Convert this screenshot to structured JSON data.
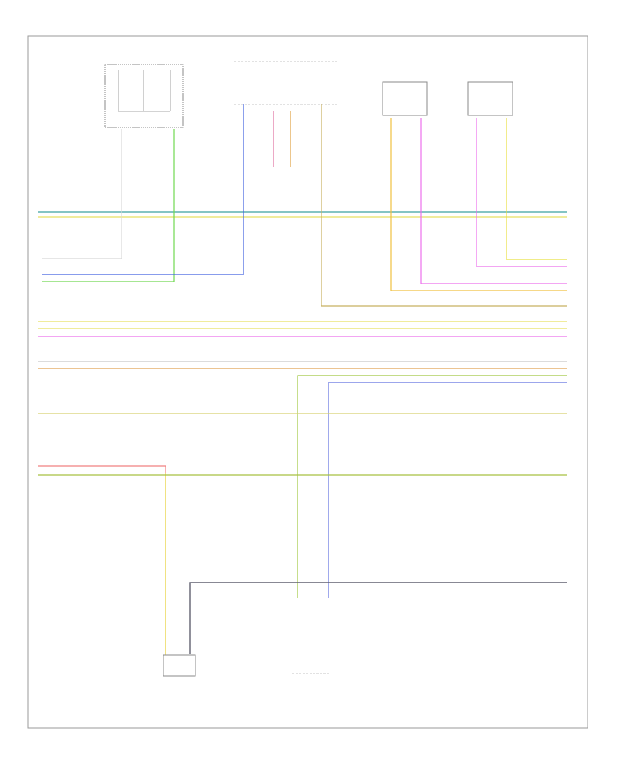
{
  "diagram": {
    "code": "",
    "components": [
      {
        "id": "unknown-module",
        "name": "",
        "lines": [
          "",
          "",
          "",
          ""
        ]
      },
      {
        "id": "multi-module-top",
        "name": "",
        "lines": [
          "",
          ""
        ]
      },
      {
        "id": "left-rear-module",
        "name": "",
        "lines": [
          "",
          "",
          "",
          "",
          ""
        ]
      },
      {
        "id": "right-rear-module",
        "name": "",
        "lines": [
          "",
          "",
          "",
          "",
          ""
        ]
      },
      {
        "id": "left-front-sensor",
        "name": "",
        "lines": [
          "",
          "",
          "",
          "",
          "",
          ""
        ]
      },
      {
        "id": "bottom-module",
        "name": "",
        "lines": [
          "",
          "",
          "",
          "",
          ""
        ]
      }
    ],
    "wires": [
      {
        "id": "w-teal",
        "color": "#3aa0a0",
        "label_left": "",
        "label_right": ""
      },
      {
        "id": "w-yellow-1",
        "color": "#e8e060",
        "label_left": "",
        "label_right": ""
      },
      {
        "id": "w-white",
        "color": "#d8d8d8",
        "label_left": "",
        "label_right": ""
      },
      {
        "id": "w-blue",
        "color": "#4060e0",
        "label_left": "",
        "label_right": ""
      },
      {
        "id": "w-green",
        "color": "#70d850",
        "label_left": "",
        "label_right": ""
      },
      {
        "id": "w-yellow-r",
        "color": "#e8e040",
        "label_left": "",
        "label_right": ""
      },
      {
        "id": "w-pink",
        "color": "#e070e0",
        "label_left": "",
        "label_right": ""
      },
      {
        "id": "w-orange-y",
        "color": "#f0c040",
        "label_left": "",
        "label_right": ""
      },
      {
        "id": "w-tan",
        "color": "#c8b060",
        "label_left": "",
        "label_right": ""
      },
      {
        "id": "w-yellow-2",
        "color": "#e8e060",
        "label_left": "",
        "label_right": ""
      },
      {
        "id": "w-yellow-3",
        "color": "#e8e060",
        "label_left": "",
        "label_right": ""
      },
      {
        "id": "w-magenta",
        "color": "#ec70ec",
        "label_left": "",
        "label_right": ""
      },
      {
        "id": "w-gray",
        "color": "#c8c8c8",
        "label_left": "",
        "label_right": ""
      },
      {
        "id": "w-orange",
        "color": "#e0a050",
        "label_left": "",
        "label_right": ""
      },
      {
        "id": "w-green-2",
        "color": "#a0c840",
        "label_left": "",
        "label_right": ""
      },
      {
        "id": "w-blue-2",
        "color": "#6070e0",
        "label_left": "",
        "label_right": ""
      },
      {
        "id": "w-khaki",
        "color": "#d8d070",
        "label_left": "",
        "label_right": ""
      },
      {
        "id": "w-red",
        "color": "#f08080",
        "label_left": "",
        "label_right": ""
      },
      {
        "id": "w-olive",
        "color": "#a8c040",
        "label_left": "",
        "label_right": ""
      },
      {
        "id": "w-dark",
        "color": "#606070",
        "label_left": "",
        "label_right": ""
      }
    ]
  }
}
